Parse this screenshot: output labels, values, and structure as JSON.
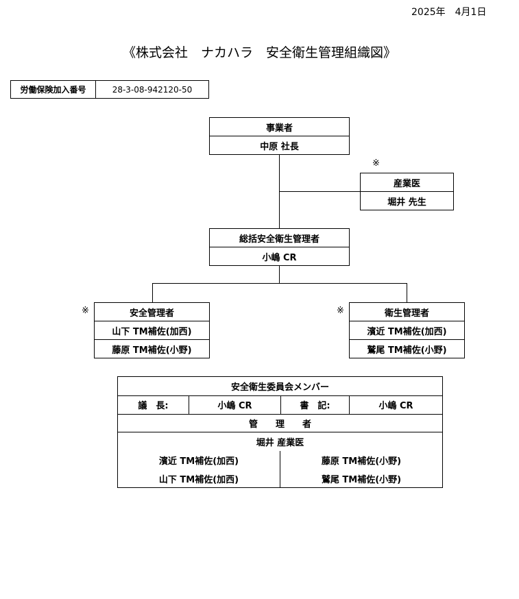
{
  "date": "2025年　4月1日",
  "title": "《株式会社　ナカハラ　安全衛生管理組織図》",
  "insurance": {
    "label": "労働保険加入番号",
    "value": "28-3-08-942120-50"
  },
  "org": {
    "employer": {
      "title": "事業者",
      "name": "中原 社長"
    },
    "doctor": {
      "mark": "※",
      "title": "産業医",
      "name": "堀井 先生"
    },
    "general_manager": {
      "title": "総括安全衛生管理者",
      "name": "小嶋 CR"
    },
    "safety_manager": {
      "mark": "※",
      "title": "安全管理者",
      "members": [
        "山下 TM補佐(加西)",
        "藤原 TM補佐(小野)"
      ]
    },
    "health_manager": {
      "mark": "※",
      "title": "衛生管理者",
      "members": [
        "濱近 TM補佐(加西)",
        "鷲尾 TM補佐(小野)"
      ]
    }
  },
  "committee": {
    "title": "安全衛生委員会メンバー",
    "chair_label": "議　長:",
    "chair": "小嶋 CR",
    "secretary_label": "書　記:",
    "secretary": "小嶋 CR",
    "managers_label": "管　　理　　者",
    "doctor": "堀井 産業医",
    "left_members": [
      "濱近 TM補佐(加西)",
      "山下 TM補佐(加西)"
    ],
    "right_members": [
      "藤原 TM補佐(小野)",
      "鷲尾 TM補佐(小野)"
    ]
  }
}
